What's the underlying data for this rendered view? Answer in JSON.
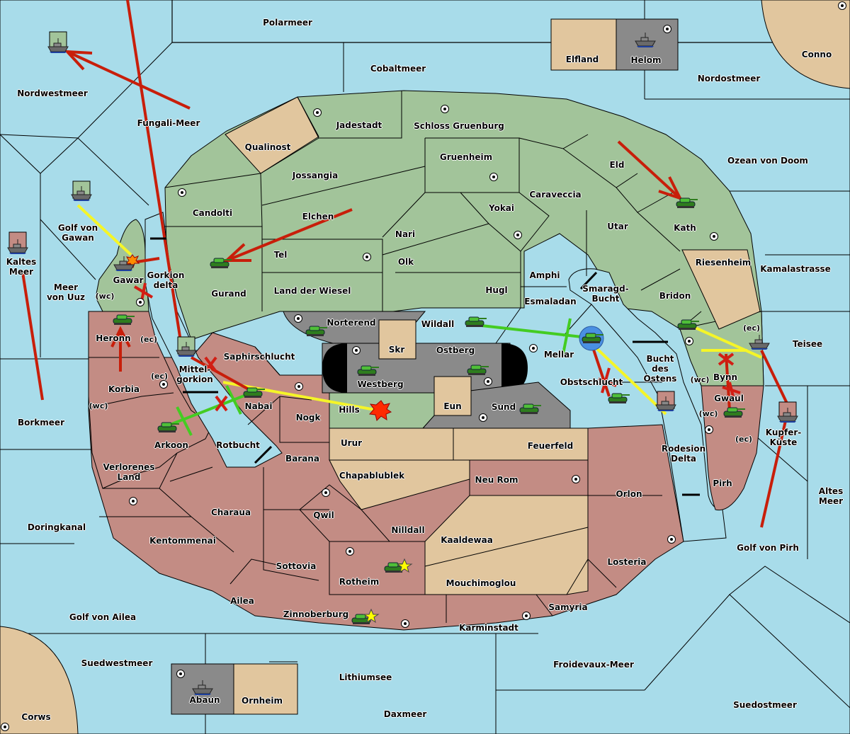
{
  "title": "Diplomacy-style map",
  "colors": {
    "sea": "#a8dcea",
    "power_green": "#a2c49a",
    "power_red": "#c38c84",
    "neutral": "#e1c69e",
    "impassable": "#8a8a8a",
    "move_red": "#c81e0a",
    "support_yellow": "#f5f528",
    "convoy_green": "#44cc22"
  },
  "seas": [
    {
      "id": "polarmeer",
      "label": "Polarmeer"
    },
    {
      "id": "cobaltmeer",
      "label": "Cobaltmeer"
    },
    {
      "id": "nordwestmeer",
      "label": "Nordwestmeer"
    },
    {
      "id": "fungali-meer",
      "label": "Fungali-Meer"
    },
    {
      "id": "nordostmeer",
      "label": "Nordostmeer"
    },
    {
      "id": "ozean-von-doom",
      "label": "Ozean von Doom"
    },
    {
      "id": "kamalastrasse",
      "label": "Kamalastrasse"
    },
    {
      "id": "teisee",
      "label": "Teisee"
    },
    {
      "id": "altes-meer",
      "label": "Altes\nMeer"
    },
    {
      "id": "golf-von-pirh",
      "label": "Golf von Pirh"
    },
    {
      "id": "suedostmeer",
      "label": "Suedostmeer"
    },
    {
      "id": "froidevaux-meer",
      "label": "Froidevaux-Meer"
    },
    {
      "id": "daxmeer",
      "label": "Daxmeer"
    },
    {
      "id": "lithiumsee",
      "label": "Lithiumsee"
    },
    {
      "id": "suedwestmeer",
      "label": "Suedwestmeer"
    },
    {
      "id": "golf-von-ailea",
      "label": "Golf von Ailea"
    },
    {
      "id": "doringkanal",
      "label": "Doringkanal"
    },
    {
      "id": "borkmeer",
      "label": "Borkmeer"
    },
    {
      "id": "meer-von-uuz",
      "label": "Meer\nvon Uuz"
    },
    {
      "id": "kaltes-meer",
      "label": "Kaltes\nMeer"
    },
    {
      "id": "golf-von-gawan",
      "label": "Golf von\nGawan"
    },
    {
      "id": "gorkion-delta",
      "label": "Gorkion\ndelta"
    },
    {
      "id": "mittelgorkion",
      "label": "Mittel-\ngorkion"
    },
    {
      "id": "rotbucht",
      "label": "Rotbucht"
    },
    {
      "id": "smaragd-bucht",
      "label": "Smaragd-\nBucht"
    },
    {
      "id": "bucht-des-ostens",
      "label": "Bucht\ndes\nOstens"
    },
    {
      "id": "rodesion-delta",
      "label": "Rodesion\nDelta"
    },
    {
      "id": "kupfer-kueste",
      "label": "Kupfer-\nKüste"
    }
  ],
  "green_lands": [
    {
      "id": "qualinost_n",
      "label": "Jadestadt"
    },
    {
      "id": "schloss",
      "label": "Schloss Gruenburg"
    },
    {
      "id": "jossangia",
      "label": "Jossangia"
    },
    {
      "id": "gruenheim",
      "label": "Gruenheim"
    },
    {
      "id": "eld",
      "label": "Eld"
    },
    {
      "id": "caraveccia",
      "label": "Caraveccia"
    },
    {
      "id": "candolti",
      "label": "Candolti"
    },
    {
      "id": "elchen",
      "label": "Elchen"
    },
    {
      "id": "yokai",
      "label": "Yokai"
    },
    {
      "id": "nari",
      "label": "Nari"
    },
    {
      "id": "utar",
      "label": "Utar"
    },
    {
      "id": "kath",
      "label": "Kath"
    },
    {
      "id": "tel",
      "label": "Tel"
    },
    {
      "id": "olk",
      "label": "Olk"
    },
    {
      "id": "gurand",
      "label": "Gurand"
    },
    {
      "id": "amphi",
      "label": "Amphi"
    },
    {
      "id": "land-der-wiesel",
      "label": "Land der Wiesel"
    },
    {
      "id": "hugl",
      "label": "Hugl"
    },
    {
      "id": "esmaladan",
      "label": "Esmaladan"
    },
    {
      "id": "bridon",
      "label": "Bridon"
    },
    {
      "id": "gawar",
      "label": "Gawar"
    },
    {
      "id": "wildall",
      "label": "Wildall"
    },
    {
      "id": "mellar",
      "label": "Mellar"
    },
    {
      "id": "saphirschlucht",
      "label": "Saphirschlucht"
    },
    {
      "id": "hills",
      "label": "Hills"
    },
    {
      "id": "bynn",
      "label": "Bynn"
    }
  ],
  "red_lands": [
    {
      "id": "heronn",
      "label": "Heronn"
    },
    {
      "id": "korbia",
      "label": "Korbia"
    },
    {
      "id": "arkoon",
      "label": "Arkoon"
    },
    {
      "id": "nabai",
      "label": "Nabai"
    },
    {
      "id": "nogk",
      "label": "Nogk"
    },
    {
      "id": "barana",
      "label": "Barana"
    },
    {
      "id": "verlorenes-land",
      "label": "Verlorenes\nLand"
    },
    {
      "id": "charaua",
      "label": "Charaua"
    },
    {
      "id": "kentommenai",
      "label": "Kentommenai"
    },
    {
      "id": "qwil",
      "label": "Qwil"
    },
    {
      "id": "nilldall",
      "label": "Nilldall"
    },
    {
      "id": "sottovia",
      "label": "Sottovia"
    },
    {
      "id": "rotheim",
      "label": "Rotheim"
    },
    {
      "id": "ailea",
      "label": "Ailea"
    },
    {
      "id": "zinnoberburg",
      "label": "Zinnoberburg"
    },
    {
      "id": "karminstadt",
      "label": "Karminstadt"
    },
    {
      "id": "samyria",
      "label": "Samyria"
    },
    {
      "id": "losteria",
      "label": "Losteria"
    },
    {
      "id": "orlon",
      "label": "Orlon"
    },
    {
      "id": "obstschlucht",
      "label": "Obstschlucht"
    },
    {
      "id": "neu-rom",
      "label": "Neu Rom"
    },
    {
      "id": "gwaul",
      "label": "Gwaul"
    },
    {
      "id": "pirh",
      "label": "Pirh"
    }
  ],
  "neutral_lands": [
    {
      "id": "qualinost",
      "label": "Qualinost"
    },
    {
      "id": "riesenheim",
      "label": "Riesenheim"
    },
    {
      "id": "elfland",
      "label": "Elfland"
    },
    {
      "id": "conno",
      "label": "Conno"
    },
    {
      "id": "corws",
      "label": "Corws"
    },
    {
      "id": "ornheim",
      "label": "Ornheim"
    },
    {
      "id": "skr",
      "label": "Skr"
    },
    {
      "id": "eun",
      "label": "Eun"
    },
    {
      "id": "urur",
      "label": "Urur"
    },
    {
      "id": "feuerfeld",
      "label": "Feuerfeld"
    },
    {
      "id": "chapablublek",
      "label": "Chapablublek"
    },
    {
      "id": "kaaldewaa",
      "label": "Kaaldewaa"
    },
    {
      "id": "mouchimoglou",
      "label": "Mouchimoglou"
    }
  ],
  "impassable_lands": [
    {
      "id": "helom",
      "label": "Helom"
    },
    {
      "id": "abaun",
      "label": "Abaun"
    },
    {
      "id": "norterend",
      "label": "Norterend"
    },
    {
      "id": "westberg",
      "label": "Westberg"
    },
    {
      "id": "ostberg",
      "label": "Ostberg"
    },
    {
      "id": "sund",
      "label": "Sund"
    }
  ],
  "coast_tags": {
    "wc": "(wc)",
    "ec": "(ec)"
  }
}
